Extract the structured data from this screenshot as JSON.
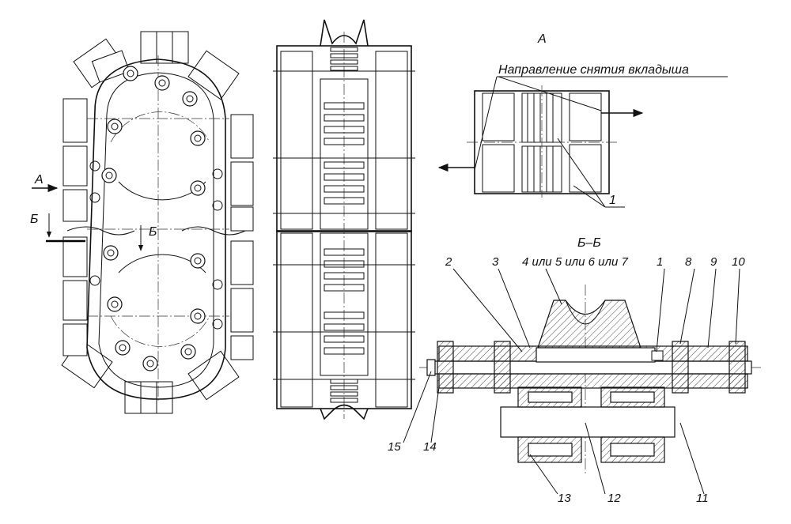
{
  "labels": {
    "view_a_title": "А",
    "view_a_arrow": "А",
    "direction_note": "Направление снятия вкладыша",
    "section_mark_left": "Б",
    "section_mark_right": "Б",
    "section_title": "Б–Б",
    "callout_view_1": "1",
    "parts": {
      "p1": "1",
      "p2": "2",
      "p3": "3",
      "p4": "4 или 5 или 6 или 7",
      "p8": "8",
      "p9": "9",
      "p10": "10",
      "p11": "11",
      "p12": "12",
      "p13": "13",
      "p14": "14",
      "p15": "15"
    }
  }
}
